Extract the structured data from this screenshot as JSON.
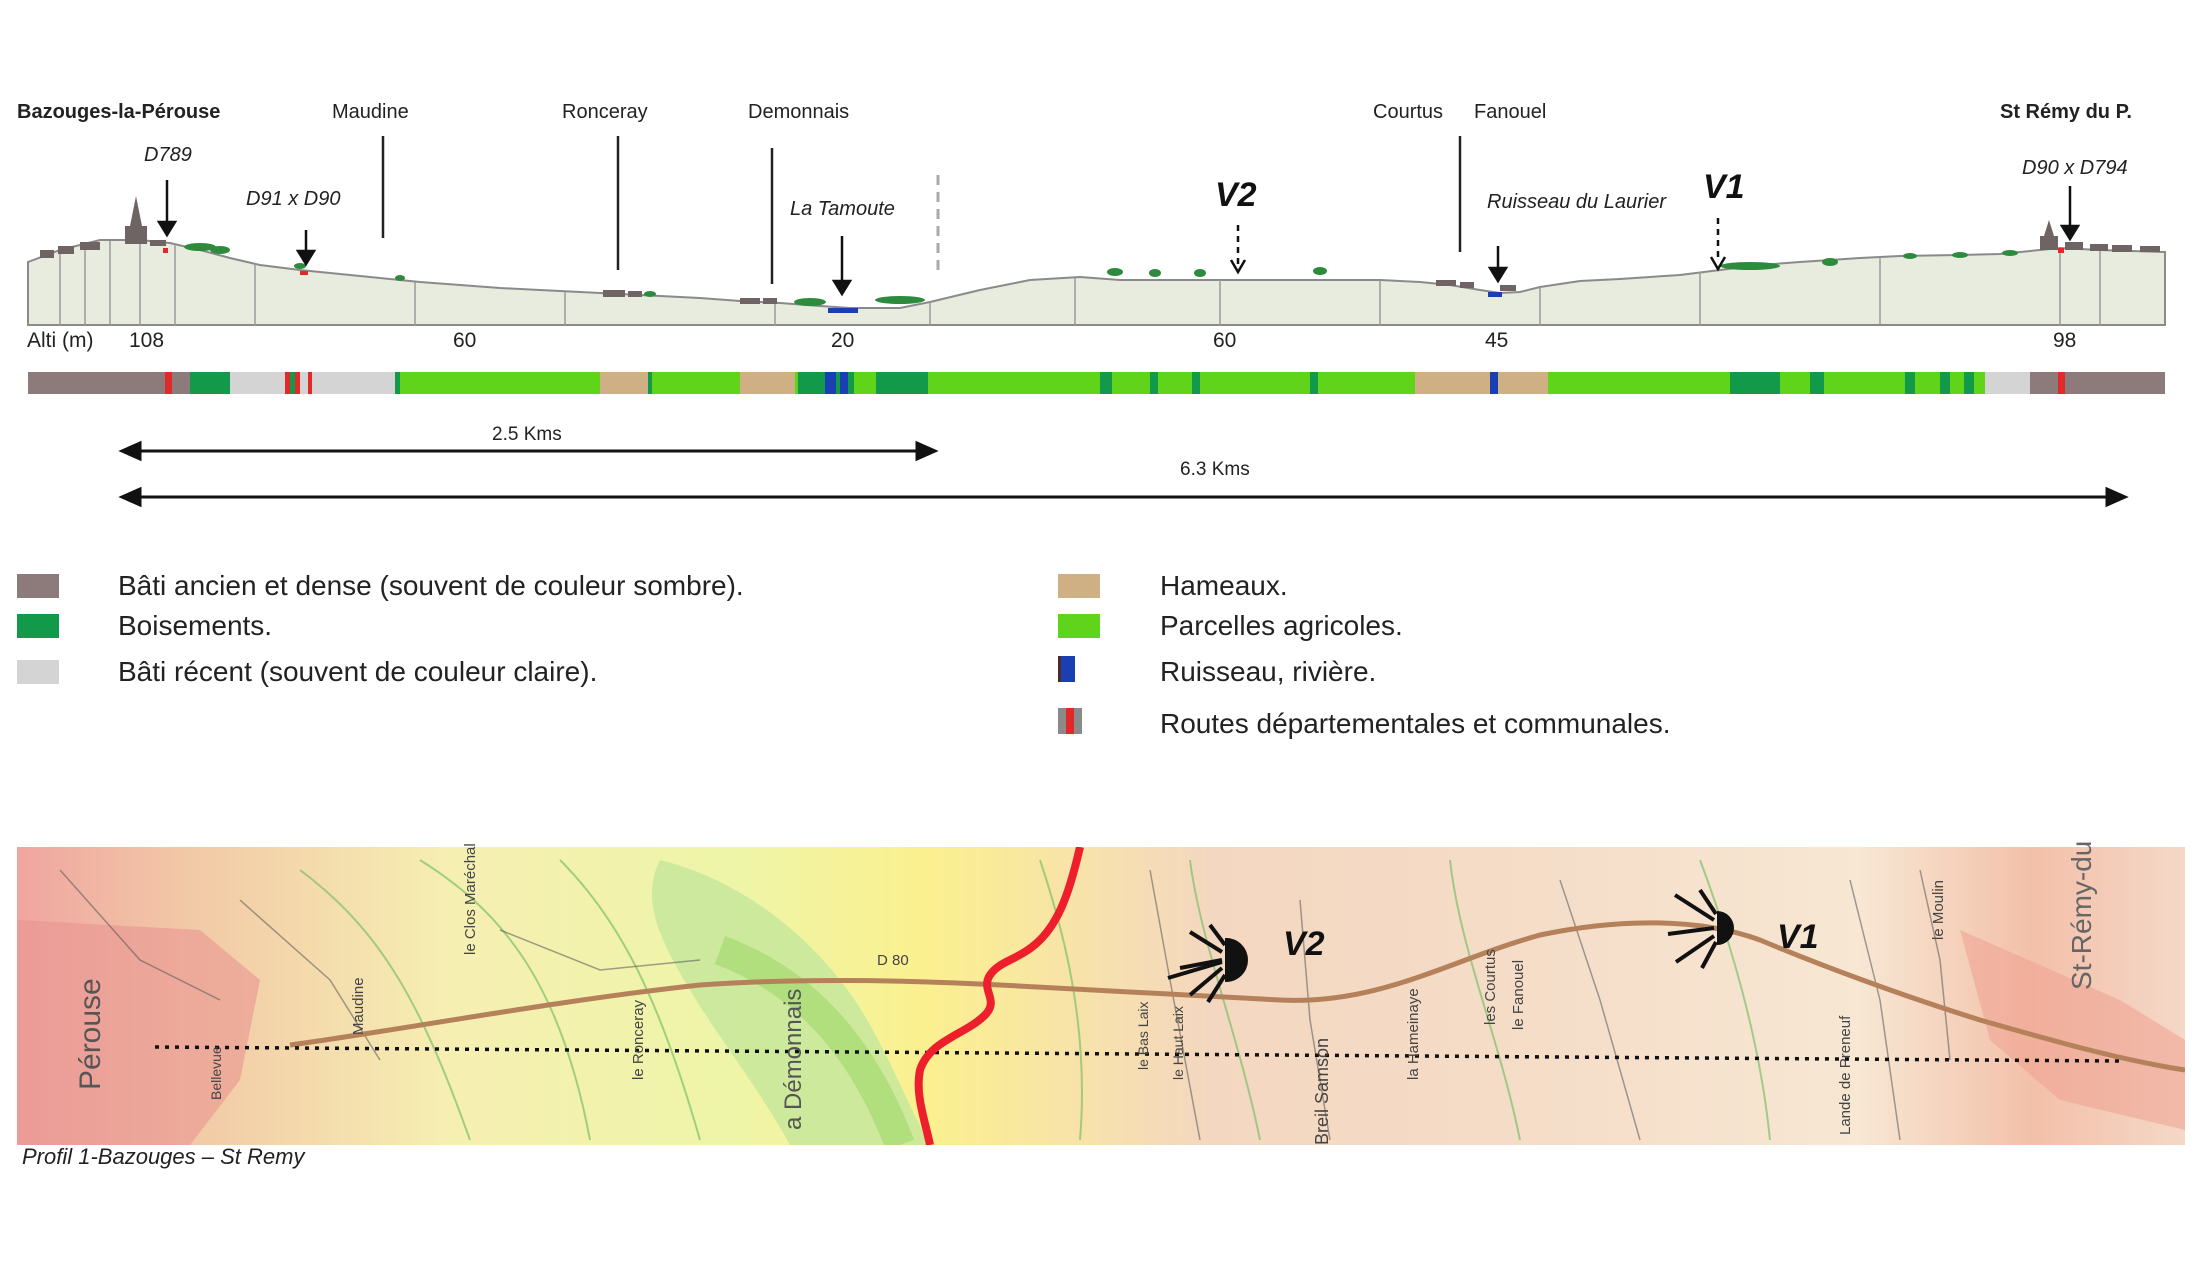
{
  "profile": {
    "places": {
      "bazouges": "Bazouges-la-Pérouse",
      "maudine": "Maudine",
      "ronceray": "Ronceray",
      "demonnais": "Demonnais",
      "courtus": "Courtus",
      "fanouel": "Fanouel",
      "st_remy": "St Rémy du P."
    },
    "roads": {
      "d789": "D789",
      "d91_d90": "D91 x D90",
      "la_tamoute": "La Tamoute",
      "ruisseau_laurier": "Ruisseau du Laurier",
      "d90_d794": "D90 x D794"
    },
    "views": {
      "v1": "V1",
      "v2": "V2"
    },
    "altitude": {
      "label": "Alti (m)",
      "values": [
        "108",
        "60",
        "20",
        "60",
        "45",
        "98"
      ]
    },
    "distances": {
      "short": "2.5 Kms",
      "long": "6.3 Kms"
    }
  },
  "legend": [
    {
      "label": "Bâti ancien et dense (souvent de couleur sombre).",
      "color": "#8d7b7b"
    },
    {
      "label": "Boisements.",
      "color": "#129a4a"
    },
    {
      "label": "Bâti récent (souvent de couleur claire).",
      "color": "#d4d4d4"
    },
    {
      "label": "Hameaux.",
      "color": "#cfb085"
    },
    {
      "label": "Parcelles agricoles.",
      "color": "#5fd41a"
    },
    {
      "label": "Ruisseau, rivière.",
      "color": "#1a3fb3"
    },
    {
      "label": "Routes départementales et communales.",
      "color": "#e02a2a"
    }
  ],
  "map": {
    "caption": "Profil 1-Bazouges – St Remy",
    "labels": {
      "perouse": "Pérouse",
      "maudine": "Maudine",
      "demonnais": "a Démonnais",
      "le_ronceray": "le Ronceray",
      "d80": "D 80",
      "le_clos_marechal": "le Clos Maréchal",
      "bellevue": "Bellevue",
      "le_bas_laix": "le Bas Laix",
      "le_haut_laix": "le Haut Laix",
      "breil_samson": "Breil Samson",
      "la_hameinaye": "la Hameinaye",
      "les_courtus": "les Courtus",
      "le_fanouel": "le Fanouel",
      "lande_de_preneuf": "Lande de Preneuf",
      "st_remy": "St-Rémy-du",
      "le_moulin": "le Moulin"
    },
    "views": {
      "v1": "V1",
      "v2": "V2"
    }
  }
}
